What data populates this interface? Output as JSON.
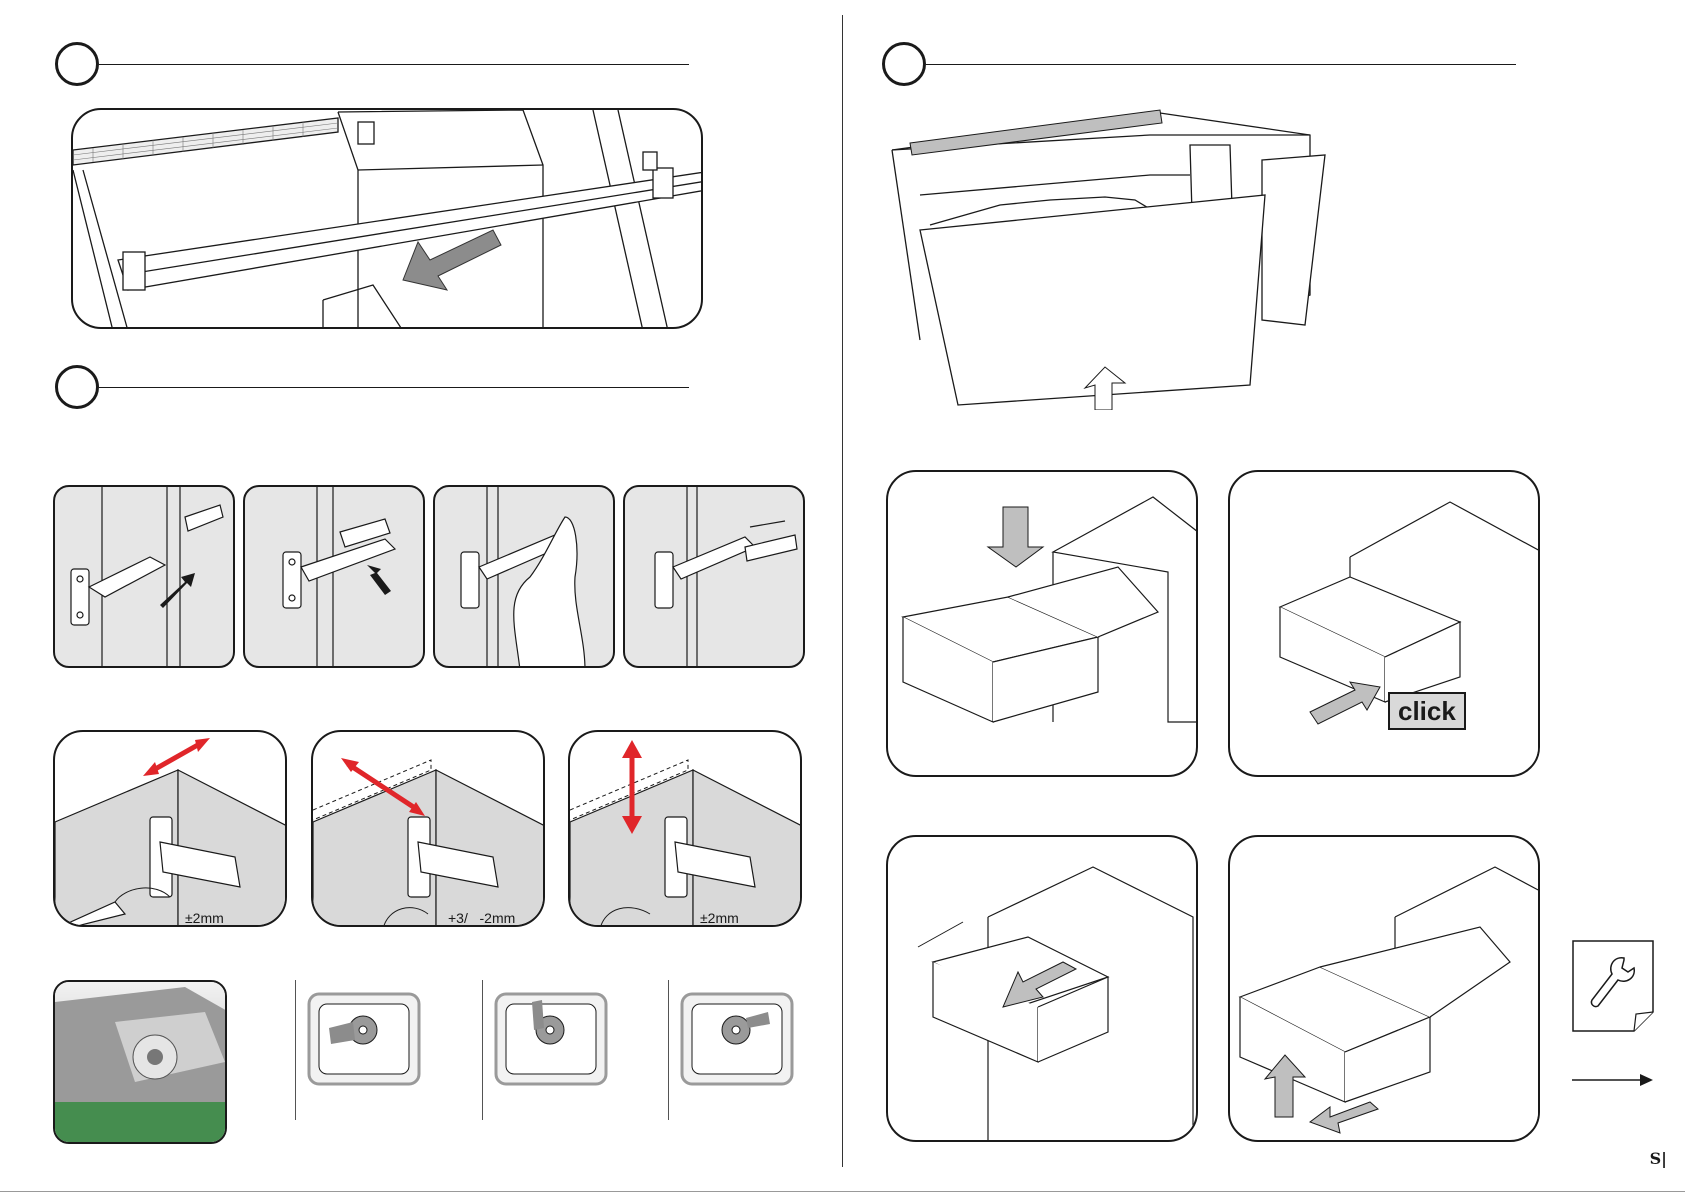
{
  "steps": {
    "left_top": {
      "number": ""
    },
    "left_middle": {
      "number": ""
    },
    "right_top": {
      "number": ""
    }
  },
  "adjustments": {
    "side": "±2mm",
    "depth": "+3/   -2mm",
    "height": "±2mm"
  },
  "drawer": {
    "click_label": "click"
  },
  "footer": {
    "page_mark": "S|"
  },
  "icons": [
    "wrench-icon",
    "arrow-right-icon"
  ],
  "colors": {
    "accent_red": "#e0262a",
    "panel_gray": "#e6e6e6",
    "drawing_gray": "#9a9a9a",
    "photo_green": "#2f8a3c"
  }
}
